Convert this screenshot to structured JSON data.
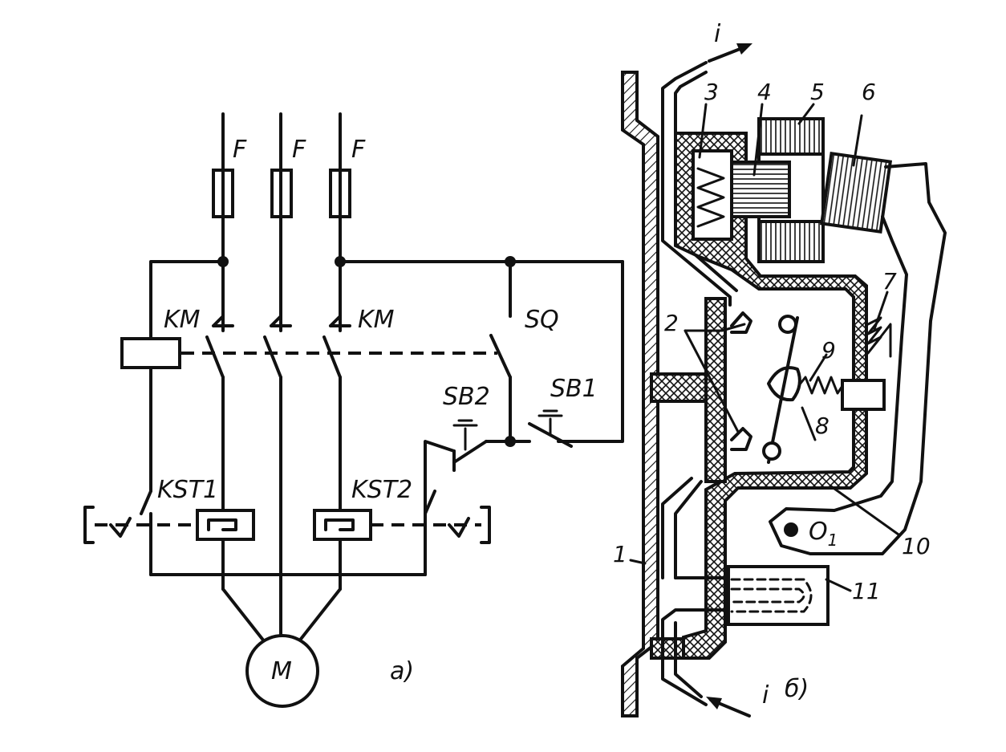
{
  "schematic_a": {
    "fuse_labels": [
      "F",
      "F",
      "F"
    ],
    "contactor_left": "KM",
    "contactor_right": "KM",
    "limit_switch": "SQ",
    "button_sb1": "SB1",
    "button_sb2": "SB2",
    "relay_left": "KST1",
    "relay_right": "KST2",
    "motor": "M",
    "caption": "a)"
  },
  "construction_b": {
    "current_top": "i",
    "current_bottom": "i",
    "part_numbers": [
      "1",
      "2",
      "3",
      "4",
      "5",
      "6",
      "7",
      "8",
      "9",
      "10",
      "11"
    ],
    "pivot_label": "O",
    "pivot_subscript": "1",
    "caption": "б)"
  }
}
